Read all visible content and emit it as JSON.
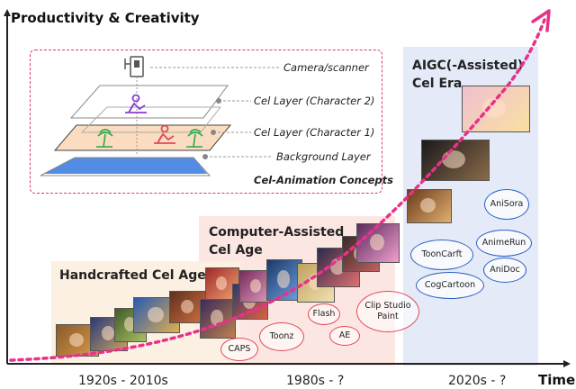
{
  "axes": {
    "y_title": "Productivity & Creativity",
    "x_title": "Time",
    "ticks": [
      "1920s - 2010s",
      "1980s - ?",
      "2020s - ?"
    ]
  },
  "eras": {
    "handcrafted": "Handcrafted Cel Age",
    "computer_line1": "Computer-Assisted",
    "computer_line2": "Cel Age",
    "aigc_line1": "AIGC(-Assisted)",
    "aigc_line2": "Cel Era"
  },
  "concept": {
    "title": "Cel-Animation Concepts",
    "layers": [
      "Camera/scanner",
      "Cel Layer (Character 2)",
      "Cel Layer (Character 1)",
      "Background Layer"
    ]
  },
  "tools": {
    "computer": [
      "Flash",
      "Clip Studio Paint",
      "CAPS",
      "Toonz",
      "AE"
    ],
    "aigc": [
      "AniSora",
      "ToonCarft",
      "AnimeRun",
      "AniDoc",
      "CogCartoon"
    ]
  },
  "colors": {
    "accent": "#e8328a",
    "hand_panel": "#fbf0e2",
    "comp_panel": "#fce6e2",
    "aigc_panel": "#e4eaf7",
    "red_bubble": "#e0485a",
    "blue_bubble": "#2a5fc6"
  },
  "icons": [
    "camera-icon",
    "character-icon",
    "palm-tree-icon",
    "growth-arrow-icon"
  ]
}
